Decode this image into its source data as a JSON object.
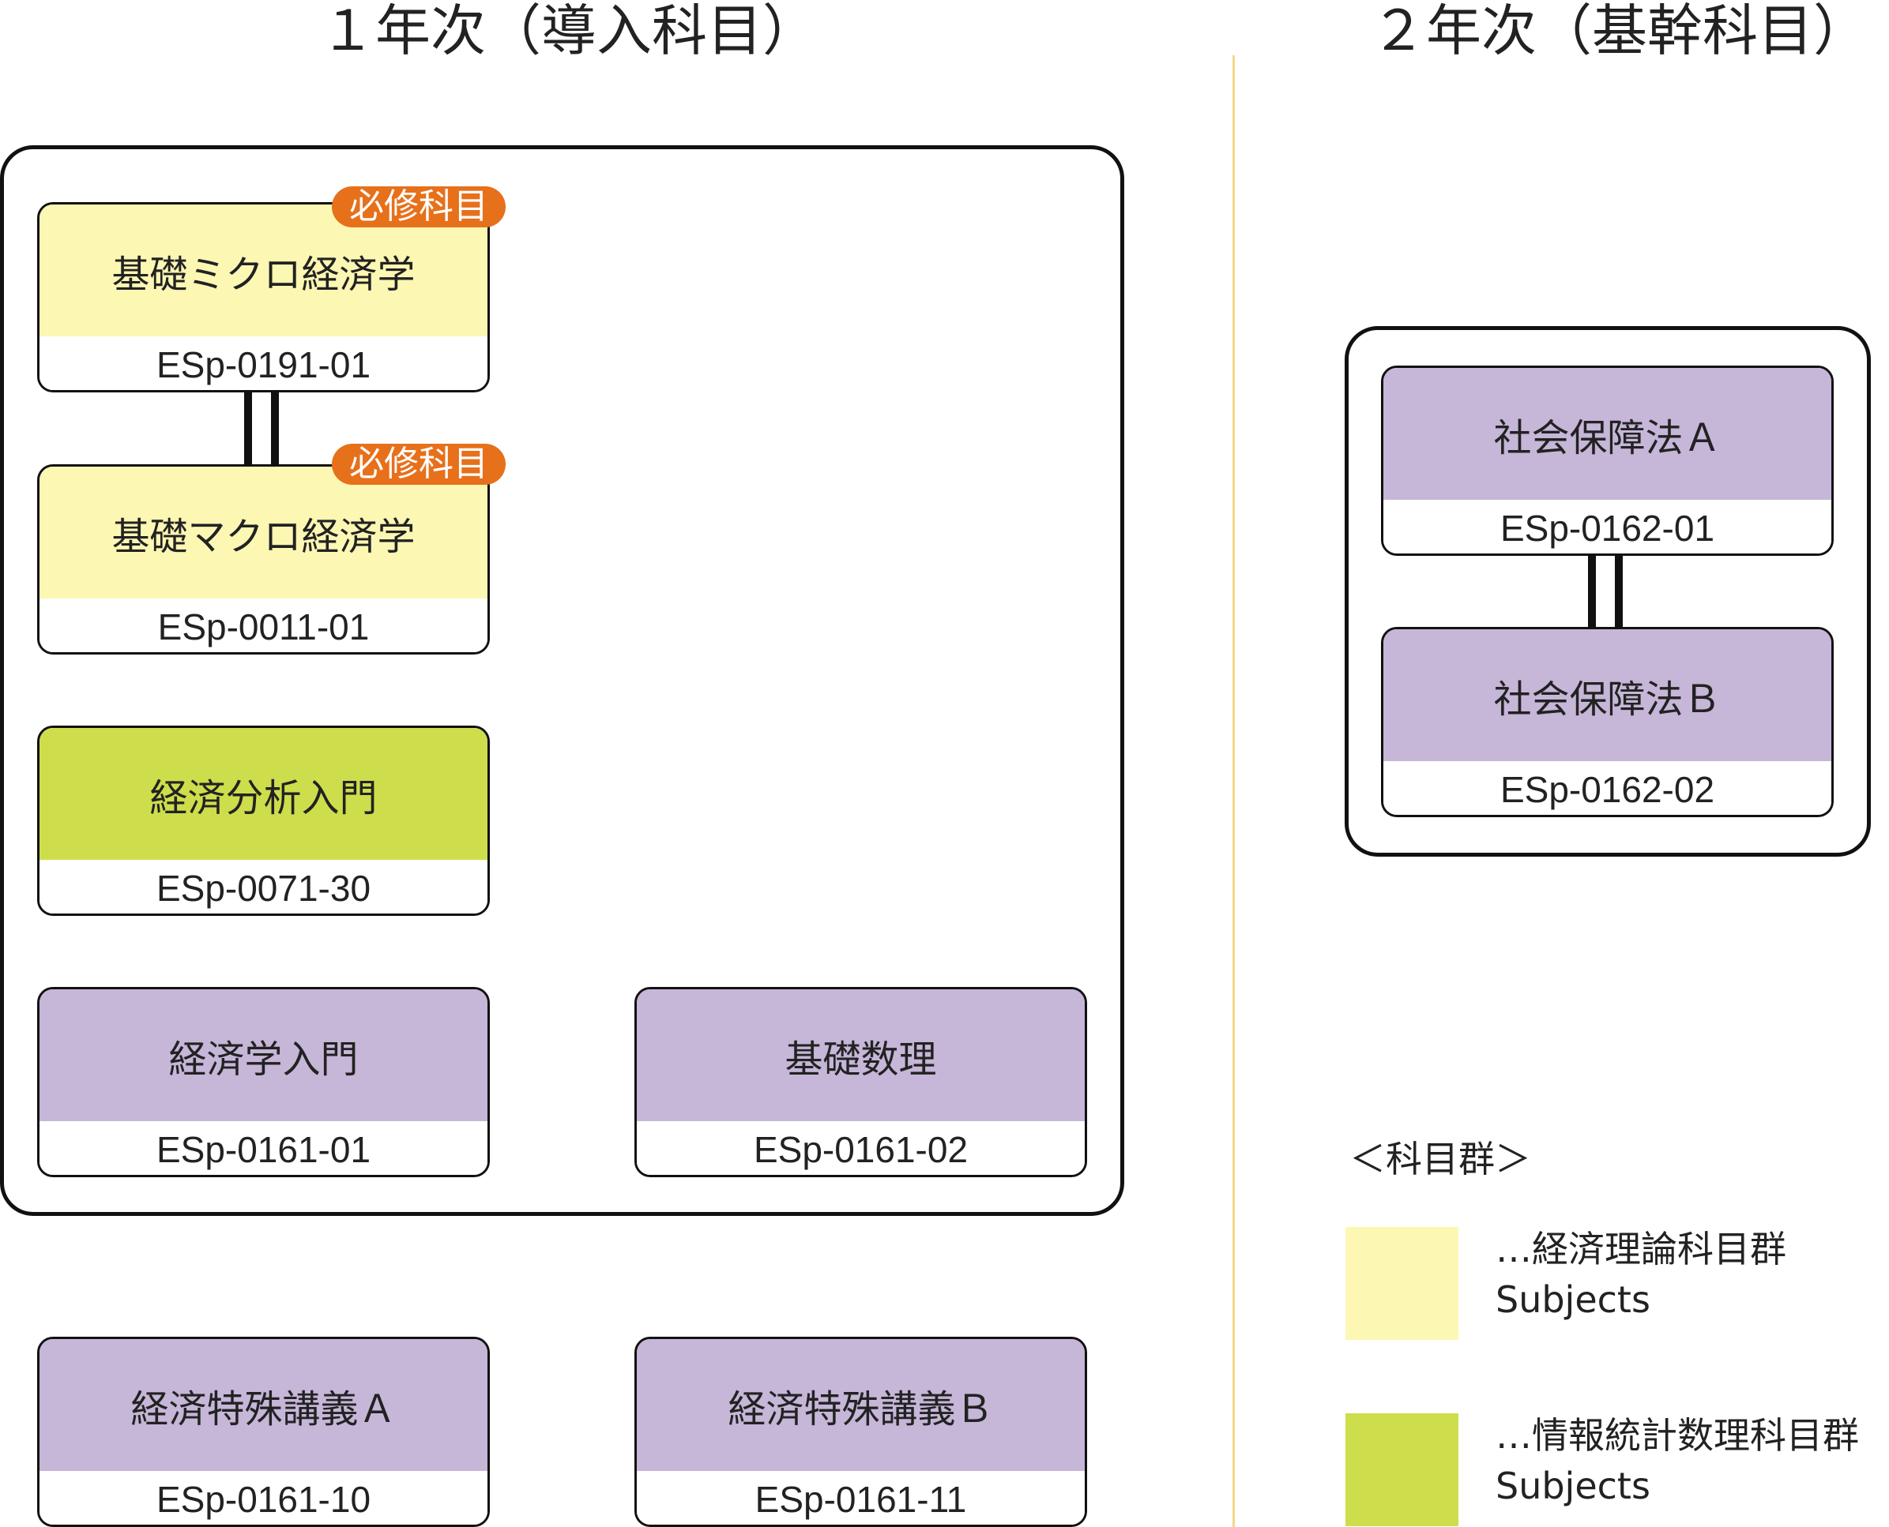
{
  "headings": {
    "year1": "１年次（導入科目）",
    "year2": "２年次（基幹科目）"
  },
  "badge": "必修科目",
  "courses": {
    "micro": {
      "name": "基礎ミクロ経済学",
      "code": "ESp-0191-01"
    },
    "macro": {
      "name": "基礎マクロ経済学",
      "code": "ESp-0011-01"
    },
    "analysis": {
      "name": "経済分析入門",
      "code": "ESp-0071-30"
    },
    "intro": {
      "name": "経済学入門",
      "code": "ESp-0161-01"
    },
    "math": {
      "name": "基礎数理",
      "code": "ESp-0161-02"
    },
    "specialA": {
      "name": "経済特殊講義Ａ",
      "code": "ESp-0161-10"
    },
    "specialB": {
      "name": "経済特殊講義Ｂ",
      "code": "ESp-0161-11"
    },
    "socialA": {
      "name": "社会保障法Ａ",
      "code": "ESp-0162-01"
    },
    "socialB": {
      "name": "社会保障法Ｂ",
      "code": "ESp-0162-02"
    }
  },
  "legend": {
    "title": "＜科目群＞",
    "items": [
      {
        "line1": "…経済理論科目群",
        "line2": "Subjects",
        "color": "#fdf7b4"
      },
      {
        "line1": "…情報統計数理科目群",
        "line2": "Subjects",
        "color": "#cedd4b"
      }
    ]
  },
  "colors": {
    "theory": "#fdf7b4",
    "stats": "#cedd4b",
    "other": "#c6b6d8",
    "badge": "#e7701b",
    "divider": "#f7d58a"
  }
}
